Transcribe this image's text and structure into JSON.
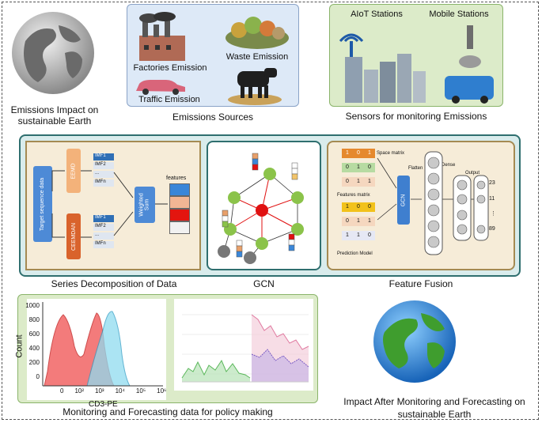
{
  "top": {
    "earth_caption": "Emissions Impact on sustainable Earth",
    "sources": {
      "factories": "Factories Emission",
      "waste": "Waste Emission",
      "traffic": "Traffic Emission",
      "caption": "Emissions Sources"
    },
    "sensors": {
      "aiot": "AIoT Stations",
      "mobile": "Mobile Stations",
      "caption": "Sensors for monitoring Emissions"
    }
  },
  "middle": {
    "series": {
      "input": "Target sequence data",
      "eemd": "EEMD",
      "ceemdan": "CEEMDAN",
      "imf_top": [
        "IMF1",
        "IMF2",
        "...",
        "IMFn"
      ],
      "imf_bottom": [
        "IMF1",
        "IMF2",
        "...",
        "IMFn"
      ],
      "weighted": "Weighted Sum",
      "features": "features",
      "caption": "Series Decomposition of Data"
    },
    "gcn": {
      "caption": "GCN"
    },
    "fusion": {
      "space_matrix": "Space matrix",
      "features_matrix": "Features matrix",
      "prediction_model": "Prediction Model",
      "gcn": "GCN",
      "flatten": "Flatten",
      "dense": "Dense",
      "output": "Output",
      "outputs": [
        "23",
        "11",
        "⋮",
        "89"
      ],
      "space_rows": [
        [
          "1",
          "0",
          "1"
        ],
        [
          "0",
          "1",
          "0"
        ],
        [
          "0",
          "1",
          "1"
        ]
      ],
      "feat_rows": [
        [
          "1",
          "0",
          "0"
        ],
        [
          "0",
          "1",
          "1"
        ],
        [
          "1",
          "1",
          "0"
        ]
      ],
      "caption": "Feature Fusion"
    }
  },
  "bottom": {
    "hist": {
      "ylabel": "Count",
      "yticks": [
        "1000",
        "800",
        "600",
        "400",
        "200",
        "0"
      ],
      "xticks": [
        "0",
        "10²",
        "10³",
        "10⁴",
        "10⁵",
        "10⁶"
      ],
      "xlabel": "CD3-PE"
    },
    "caption": "Monitoring and Forecasting data for policy making",
    "impact_caption": "Impact After Monitoring and Forecasting on sustainable Earth"
  },
  "colors": {
    "blue_box": "#dde9f7",
    "green_box": "#dcebc9",
    "teal_box": "#d9ecec",
    "beige_box": "#f6ecd8",
    "node_green": "#8bc34a",
    "node_red": "#e01010"
  }
}
